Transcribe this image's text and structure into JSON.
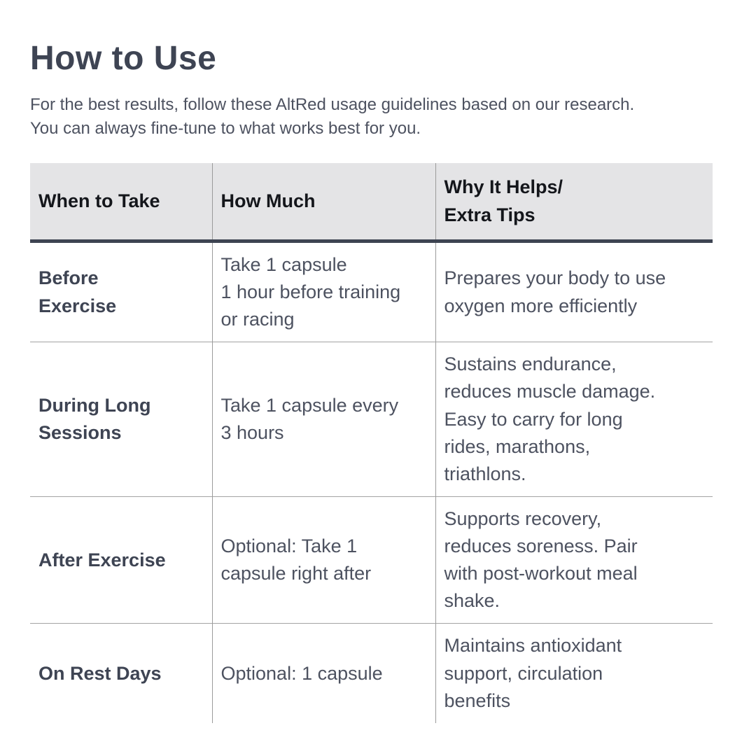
{
  "page": {
    "title": "How to Use",
    "subtitle": "For the best results, follow these AltRed usage guidelines based on our research.\nYou can always fine-tune to what works best for you."
  },
  "table": {
    "headers": [
      "When to Take",
      "How Much",
      "Why It Helps/\nExtra Tips"
    ],
    "rows": [
      {
        "when": "Before\nExercise",
        "how_much": "Take 1 capsule\n1 hour before training\nor racing",
        "why": "Prepares your body to use\noxygen more efficiently"
      },
      {
        "when": "During Long\nSessions",
        "how_much": "Take 1 capsule every\n3 hours",
        "why": "Sustains endurance,\nreduces muscle damage.\nEasy to carry for long\nrides, marathons,\ntriathlons."
      },
      {
        "when": "After Exercise",
        "how_much": "Optional: Take 1\ncapsule right after",
        "why": "Supports recovery,\nreduces soreness. Pair\nwith post-workout meal\nshake."
      },
      {
        "when": "On Rest Days",
        "how_much": "Optional: 1 capsule",
        "why": "Maintains antioxidant\nsupport, circulation\nbenefits"
      }
    ]
  },
  "colors": {
    "title_text": "#3e4453",
    "body_text": "#4d5260",
    "header_text": "#14161b",
    "header_background": "#e4e4e6",
    "header_rule": "#3e4452",
    "grid_line": "#9b9b9b",
    "background": "#ffffff"
  }
}
